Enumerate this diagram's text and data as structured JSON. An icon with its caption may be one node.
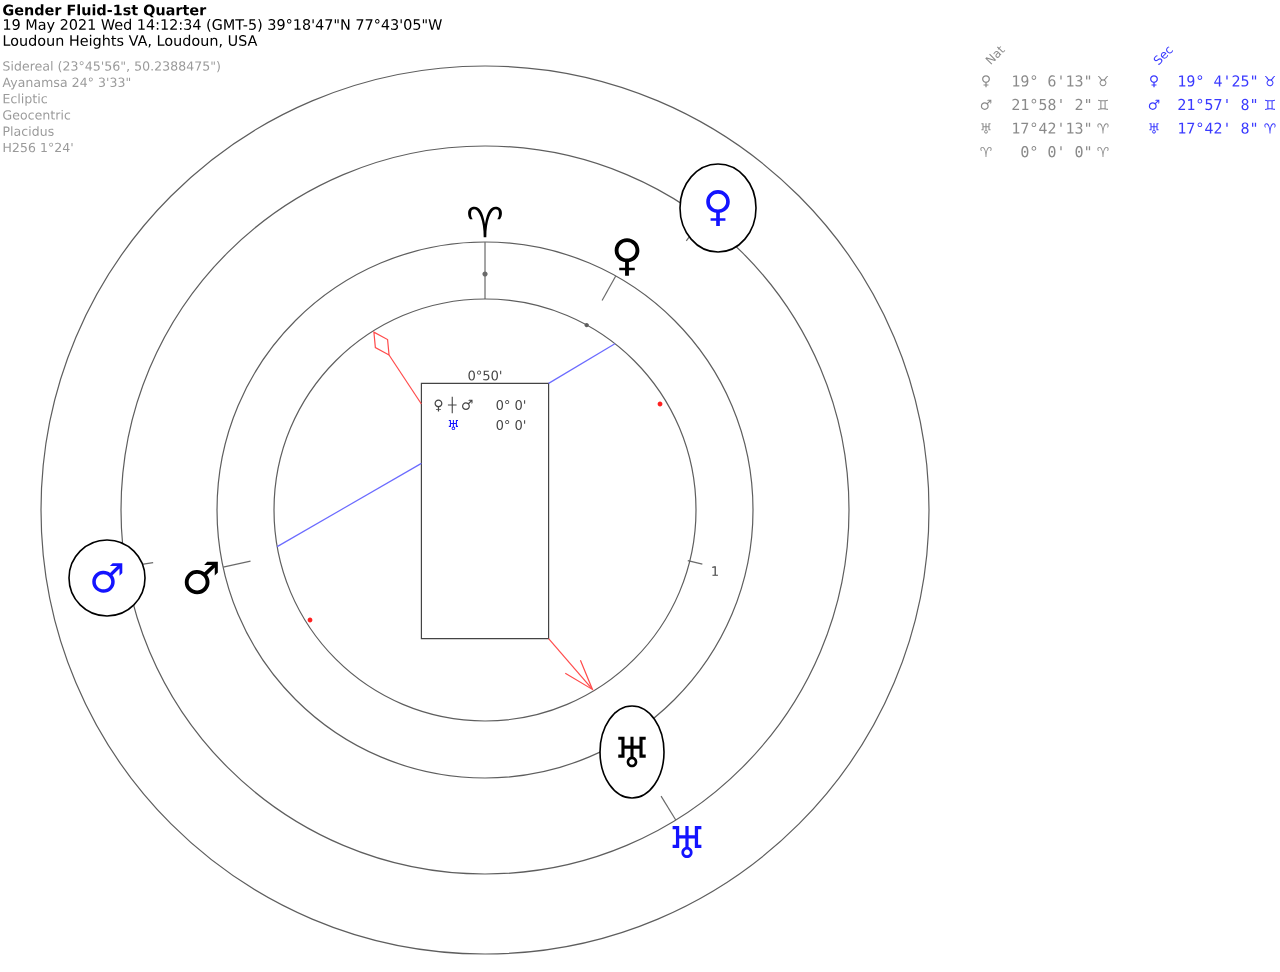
{
  "diagram": {
    "title": "Gender Fluid-1st Quarter",
    "nodes": [
      {
        "text": [
          "♀"
        ]
      },
      {
        "text": [],
        "shape": "circle"
      },
      {
        "text": [
          "0°50'",
          "♀ ┼ ♂",
          "0° 0'",
          "♅",
          "0° 0'"
        ],
        "in": 1
      },
      {
        "text": [
          "♂"
        ]
      },
      {
        "text": [
          "♅"
        ]
      }
    ],
    "edges": [
      {
        "from": 2,
        "to": 1,
        "arrow": "none",
        "color": "#6b6bff"
      },
      {
        "from": 2,
        "to": 1,
        "arrow": "none",
        "color": "#6b6bff"
      },
      {
        "from": 2,
        "to": 1,
        "arrow": "other",
        "color": "#ff4b4b"
      },
      {
        "from": 2,
        "to": 1,
        "arrow": "to",
        "color": "#ff4b4b"
      }
    ],
    "labels": [
      "19 May 2021 Wed 14:12:34 (GMT-5) 39°18'47\"N 77°43'05\"W",
      "Loudoun Heights VA, Loudoun, USA",
      "Sidereal (23°45'56\", 50.2388475\")",
      "Ayanamsa 24° 3'33\"",
      "Ecliptic",
      "Geocentric",
      "Placidus",
      "H256 1°24'",
      "Nat",
      "Sec",
      "♀",
      "19° 6'13\"",
      "♉",
      "♀",
      "19° 4'25\"",
      "♉",
      "♂",
      "21°58' 2\"",
      "♊",
      "♂",
      "21°57' 8\"",
      "♊",
      "♅",
      "17°42'13\"",
      "♈",
      "♅",
      "17°42' 8\"",
      "♈",
      "♈",
      "0° 0' 0\"",
      "♈",
      "♈",
      "♀",
      "♂",
      "1",
      "♅"
    ]
  }
}
